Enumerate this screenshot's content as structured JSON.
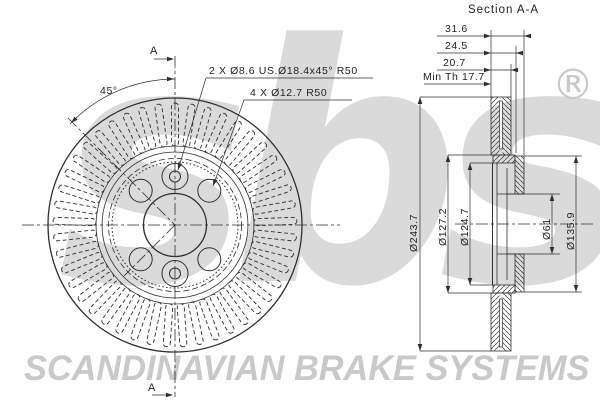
{
  "drawing": {
    "section_title": "Section A-A",
    "front_view": {
      "angle_label": "45°",
      "callout_countersunk": "2 X Ø8.6 US.Ø18.4x45° R50",
      "callout_bolt_holes": "4 X Ø12.7 R50",
      "section_marker_top": "A",
      "section_marker_bottom": "A",
      "vent_slot_count": 45,
      "bolt_hole_count": 4,
      "countersunk_hole_count": 2
    },
    "section_view": {
      "width_dims": [
        "31.6",
        "24.5",
        "20.7"
      ],
      "min_thickness_note": "Min Th 17.7",
      "diameter_dims": [
        "Ø243.7",
        "Ø127.2",
        "Ø124.7",
        "Ø61",
        "Ø135.9"
      ]
    }
  },
  "watermark": {
    "logo": "sbs",
    "registered_mark": "®",
    "tagline": "SCANDINAVIAN BRAKE SYSTEMS"
  },
  "colors": {
    "line": "#2f2f2f",
    "logo_gray": "#dadada",
    "tagline_gray": "#c9c9c9",
    "background": "#ffffff"
  }
}
